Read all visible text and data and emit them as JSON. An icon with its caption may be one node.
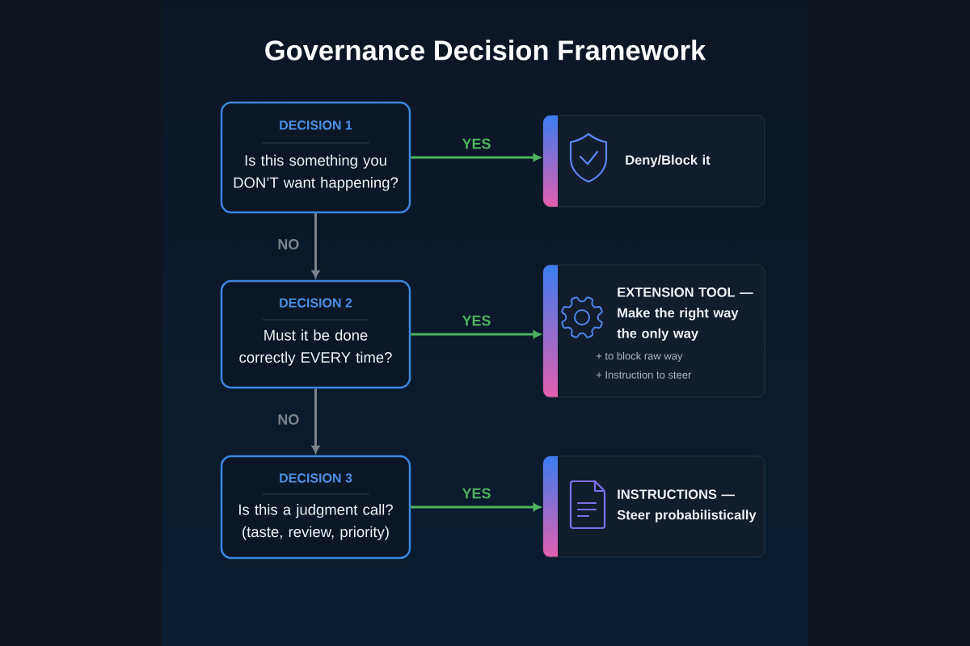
{
  "diagram": {
    "title": "Governance Decision Framework",
    "nodes": [
      {
        "text": [
          "DECISION 1",
          "Is this something you DON’T want happening?"
        ]
      },
      {
        "text": [
          "Deny/Block it"
        ]
      },
      {
        "text": [
          "DECISION 2",
          "Must it be done correctly EVERY time?"
        ]
      },
      {
        "text": [
          "EXTENSION TOOL — Make the right way the only way",
          "+ to block raw way",
          "+ Instruction to steer"
        ]
      },
      {
        "text": [
          "DECISION 3",
          "Is this a judgment call? (taste, review, priority)"
        ]
      },
      {
        "text": [
          "INSTRUCTIONS — Steer probabilistically"
        ]
      }
    ],
    "edges": [
      {
        "from": 0,
        "to": 1,
        "arrow": "to",
        "label": "YES"
      },
      {
        "from": 0,
        "to": 2,
        "arrow": "to",
        "label": "NO",
        "color": "#7c838d"
      },
      {
        "from": 2,
        "to": 3,
        "arrow": "to",
        "label": "YES"
      },
      {
        "from": 2,
        "to": 4,
        "arrow": "to",
        "label": "NO",
        "color": "#7c838d"
      },
      {
        "from": 4,
        "to": 5,
        "arrow": "to",
        "label": "YES"
      }
    ]
  }
}
